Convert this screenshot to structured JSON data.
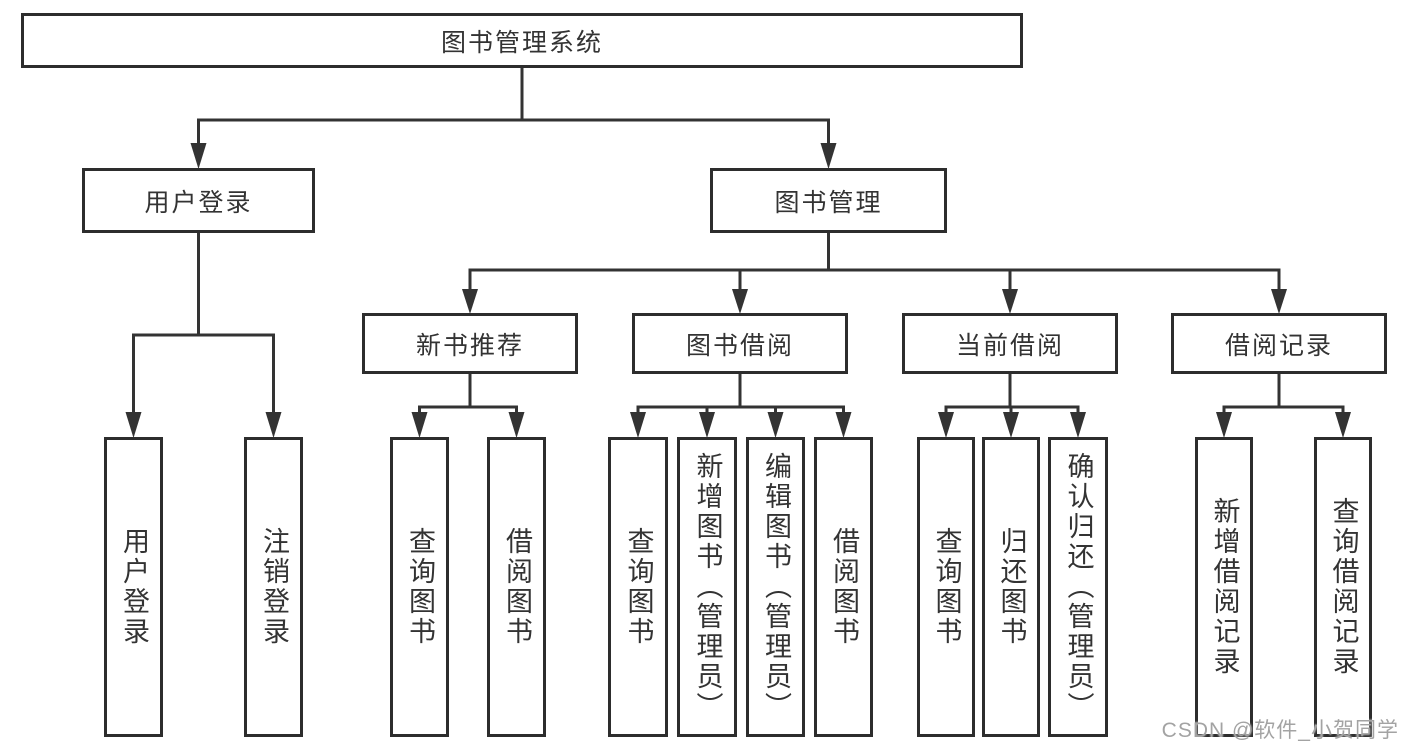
{
  "colors": {
    "line": "#333333",
    "box_border": "#2d2d2d",
    "text": "#333333",
    "watermark_text": "#a3a3a3",
    "background": "#ffffff"
  },
  "diagram": {
    "root": {
      "label": "图书管理系统"
    },
    "level2": [
      {
        "label": "用户登录"
      },
      {
        "label": "图书管理"
      }
    ],
    "level3": [
      {
        "label": "新书推荐"
      },
      {
        "label": "图书借阅"
      },
      {
        "label": "当前借阅"
      },
      {
        "label": "借阅记录"
      }
    ],
    "leaves": {
      "user_login": [
        "用户登录",
        "注销登录"
      ],
      "new_book_recommend": [
        "查询图书",
        "借阅图书"
      ],
      "book_borrow": [
        "查询图书",
        "新增图书（管理员）",
        "编辑图书（管理员）",
        "借阅图书"
      ],
      "current_borrow": [
        "查询图书",
        "归还图书",
        "确认归还（管理员）"
      ],
      "borrow_records": [
        "新增借阅记录",
        "查询借阅记录"
      ]
    }
  },
  "watermark": {
    "text": "CSDN @软件_小贺同学"
  }
}
